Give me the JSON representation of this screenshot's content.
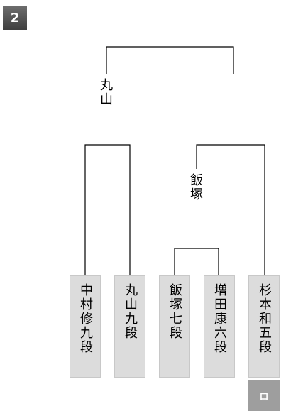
{
  "round_badge": "2",
  "winners": {
    "final_winner": "丸山",
    "semifinal_right": "飯塚"
  },
  "players": [
    {
      "name": "中村修九段"
    },
    {
      "name": "丸山九段"
    },
    {
      "name": "飯塚七段"
    },
    {
      "name": "増田康六段"
    },
    {
      "name": "杉本和五段"
    }
  ],
  "bye_marker": "ロ"
}
